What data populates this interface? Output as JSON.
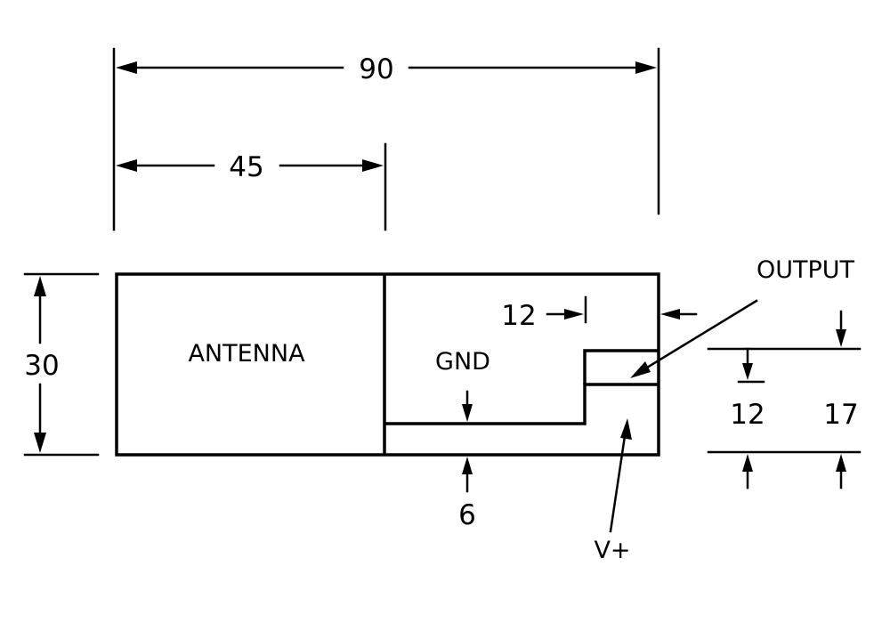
{
  "drawing": {
    "dimensions": {
      "overall_length": "90",
      "antenna_length": "45",
      "height": "30",
      "gnd_offset": "6",
      "output_inset": "12",
      "output_lower": "12",
      "output_upper": "17"
    },
    "labels": {
      "antenna": "ANTENNA",
      "gnd": "GND",
      "output": "OUTPUT",
      "vplus": "V+"
    }
  }
}
